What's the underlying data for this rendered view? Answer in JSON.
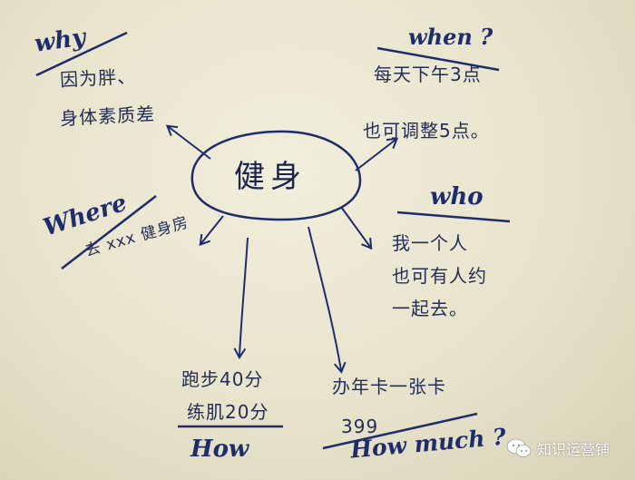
{
  "center": {
    "label": "健身"
  },
  "why": {
    "title": "why",
    "lines": [
      "因为胖、",
      "身体素质差"
    ]
  },
  "when": {
    "title": "when ?",
    "lines": [
      "每天下午3点",
      "也可调整5点。"
    ]
  },
  "who": {
    "title": "who",
    "lines": [
      "我一个人",
      "也可有人约",
      "一起去。"
    ]
  },
  "where": {
    "title": "Where",
    "lines": [
      "去 xxx 健身房"
    ]
  },
  "how": {
    "title": "How",
    "lines": [
      "跑步40分",
      "练肌20分"
    ]
  },
  "how_much": {
    "title": "How much ?",
    "lines": [
      "办年卡一张卡",
      "399"
    ]
  },
  "watermark": {
    "text": "知识运营铺",
    "icon": "wechat-icon"
  },
  "colors": {
    "ink": "#1e2c6b",
    "paper": "#ece8d4"
  }
}
